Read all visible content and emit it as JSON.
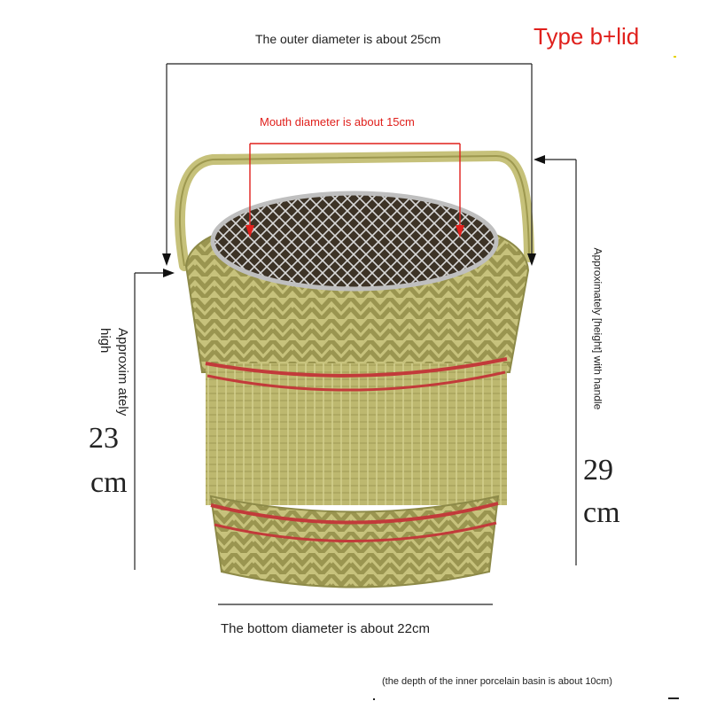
{
  "labels": {
    "type": "Type b+lid",
    "outer_diameter": "The outer diameter is about 25cm",
    "mouth_diameter": "Mouth diameter is about 15cm",
    "bottom_diameter": "The bottom diameter is about 22cm",
    "inner_depth": "(the depth of the inner porcelain basin is about 10cm)",
    "left_height_text": "Approxim ately high",
    "left_height_value": "23",
    "left_height_unit": "cm",
    "right_height_text": "Approximately [height] with handle",
    "right_height_value": "29",
    "right_height_unit": "cm"
  },
  "colors": {
    "accent_red": "#e0201c",
    "bamboo": "#b9b56a",
    "bamboo_dark": "#8d8a48",
    "band_red": "#c23a3a"
  },
  "icons": [
    "arrow-down-icon",
    "arrow-left-icon"
  ]
}
